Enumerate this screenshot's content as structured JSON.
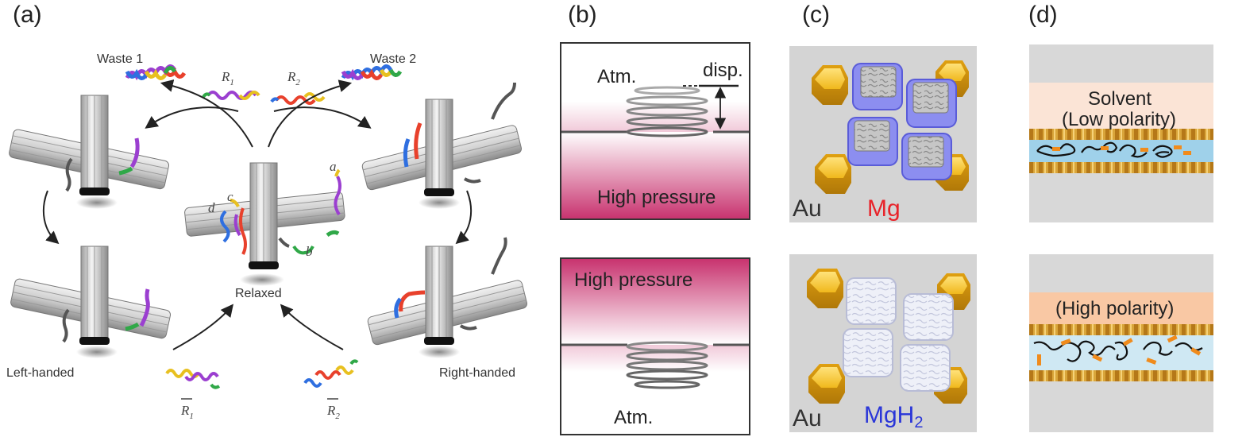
{
  "panels": {
    "a": {
      "label": "(a)",
      "waste1": "Waste 1",
      "waste2": "Waste 2",
      "r1_letter": "R",
      "r1_sub": "1",
      "r2_letter": "R",
      "r2_sub": "2",
      "r1bar_letter": "R",
      "r1bar_sub": "1",
      "r2bar_letter": "R",
      "r2bar_sub": "2",
      "strand_a": "a",
      "strand_b": "b",
      "strand_c": "c",
      "strand_d": "d",
      "relaxed": "Relaxed",
      "left_handed": "Left-handed",
      "right_handed": "Right-handed"
    },
    "b": {
      "label": "(b)",
      "top_atm": "Atm.",
      "top_disp": "disp.",
      "top_pressure": "High pressure",
      "bottom_pressure": "High pressure",
      "bottom_atm": "Atm."
    },
    "c": {
      "label": "(c)",
      "top_au": "Au",
      "top_metal": "Mg",
      "bottom_au": "Au",
      "bottom_metal": "MgH",
      "bottom_metal_sub": "2"
    },
    "d": {
      "label": "(d)",
      "top_solvent_line1": "Solvent",
      "top_solvent_line2": "(Low polarity)",
      "bottom_solvent": "(High polarity)"
    }
  },
  "colors": {
    "pressure_magenta": "#c8336f",
    "gold": "#e8b820",
    "mg_red": "#e8232a",
    "mgh2_blue": "#2a36d8",
    "mg_shell": "#8c8ef0",
    "solvent_low": "#fbe4d6",
    "solvent_high": "#f9c8a4",
    "channel_blue": "#9fd1ea",
    "polymer_orange": "#f08b1c"
  }
}
